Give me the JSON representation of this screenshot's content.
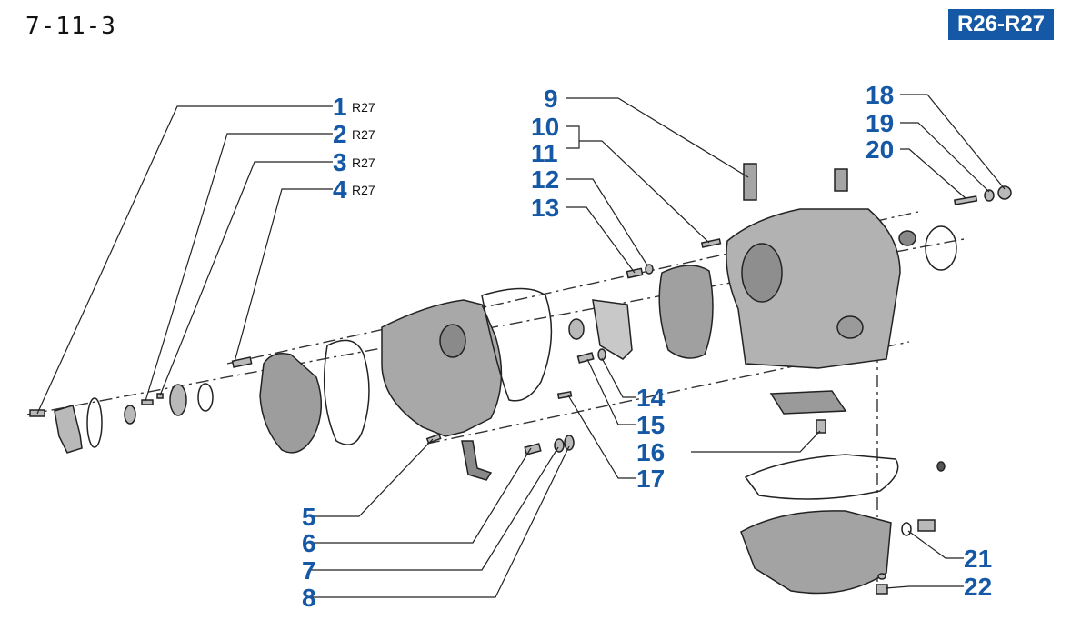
{
  "header": {
    "page_code": "7-11-3",
    "model": "R26-R27"
  },
  "colors": {
    "accent": "#1559a6",
    "background": "#ffffff",
    "line": "#222222",
    "part_fill": "#b9b9b9"
  },
  "callouts": [
    {
      "number": "1",
      "note": "R27"
    },
    {
      "number": "2",
      "note": "R27"
    },
    {
      "number": "3",
      "note": "R27"
    },
    {
      "number": "4",
      "note": "R27"
    },
    {
      "number": "5"
    },
    {
      "number": "6"
    },
    {
      "number": "7"
    },
    {
      "number": "8"
    },
    {
      "number": "9"
    },
    {
      "number": "10"
    },
    {
      "number": "11"
    },
    {
      "number": "12"
    },
    {
      "number": "13"
    },
    {
      "number": "14"
    },
    {
      "number": "15"
    },
    {
      "number": "16"
    },
    {
      "number": "17"
    },
    {
      "number": "18"
    },
    {
      "number": "19"
    },
    {
      "number": "20"
    },
    {
      "number": "21"
    },
    {
      "number": "22"
    }
  ]
}
